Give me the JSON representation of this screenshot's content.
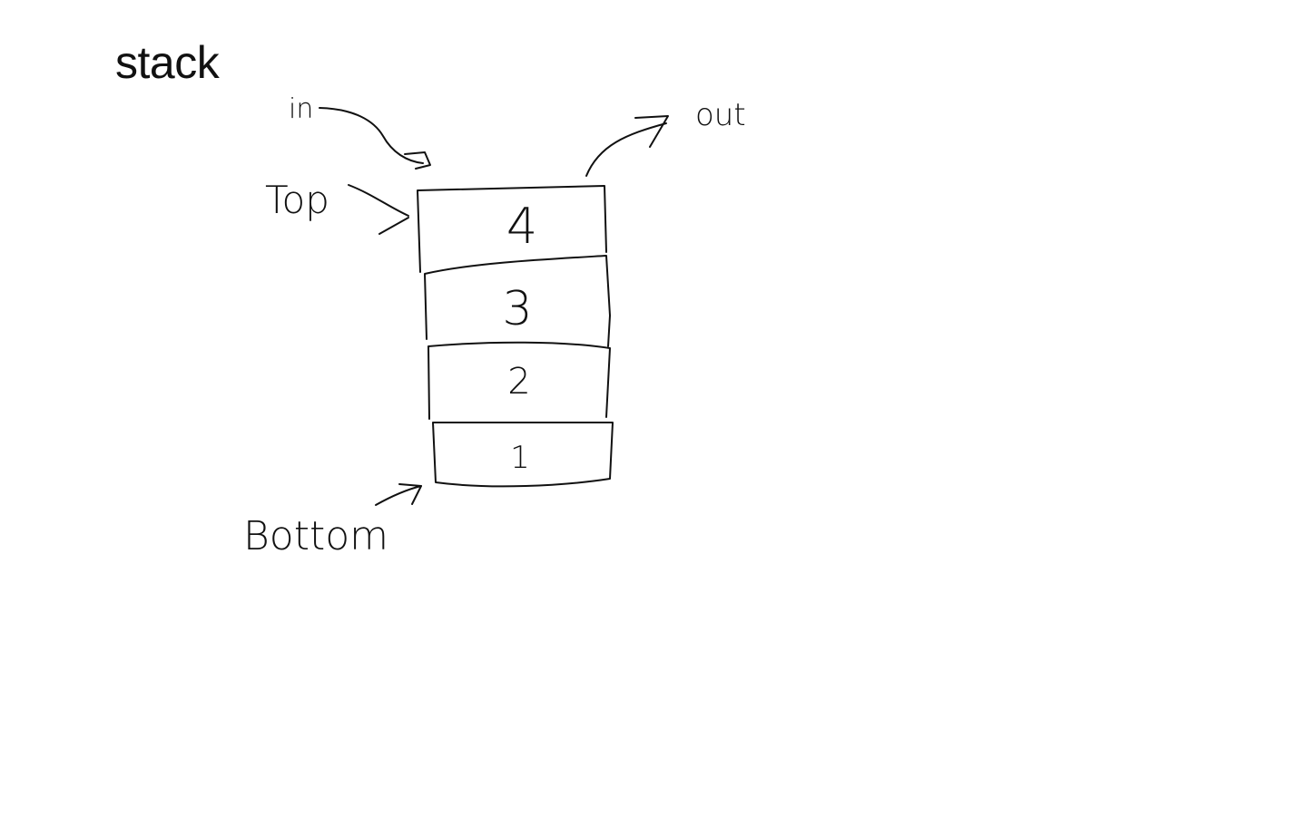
{
  "title": "stack",
  "labels": {
    "in": "in",
    "out": "out",
    "top": "Top",
    "bottom": "Bottom"
  },
  "stack_items": [
    {
      "label": "4"
    },
    {
      "label": "3"
    },
    {
      "label": "2"
    },
    {
      "label": "1"
    }
  ],
  "colors": {
    "ink": "#111111",
    "background": "#ffffff"
  }
}
